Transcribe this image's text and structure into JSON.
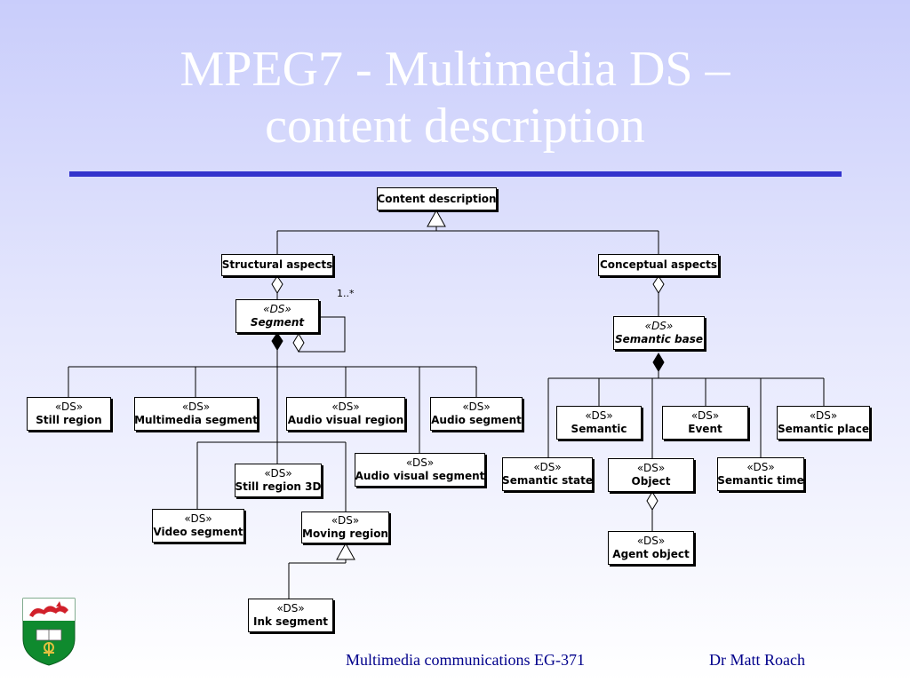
{
  "slide": {
    "title_line1": "MPEG7 - Multimedia DS –",
    "title_line2": "content description"
  },
  "diagram": {
    "nodes": {
      "content_description": {
        "name": "Content description"
      },
      "structural_aspects": {
        "name": "Structural aspects"
      },
      "conceptual_aspects": {
        "name": "Conceptual aspects"
      },
      "segment": {
        "stereotype": "«DS»",
        "name": "Segment"
      },
      "semantic_base": {
        "stereotype": "«DS»",
        "name": "Semantic base"
      },
      "still_region": {
        "stereotype": "«DS»",
        "name": "Still region"
      },
      "multimedia_segment": {
        "stereotype": "«DS»",
        "name": "Multimedia segment"
      },
      "audio_visual_region": {
        "stereotype": "«DS»",
        "name": "Audio visual region"
      },
      "audio_segment": {
        "stereotype": "«DS»",
        "name": "Audio segment"
      },
      "still_region_3d": {
        "stereotype": "«DS»",
        "name": "Still region 3D"
      },
      "audio_visual_segment": {
        "stereotype": "«DS»",
        "name": "Audio visual segment"
      },
      "video_segment": {
        "stereotype": "«DS»",
        "name": "Video segment"
      },
      "moving_region": {
        "stereotype": "«DS»",
        "name": "Moving region"
      },
      "ink_segment": {
        "stereotype": "«DS»",
        "name": "Ink segment"
      },
      "semantic": {
        "stereotype": "«DS»",
        "name": "Semantic"
      },
      "event": {
        "stereotype": "«DS»",
        "name": "Event"
      },
      "semantic_place": {
        "stereotype": "«DS»",
        "name": "Semantic place"
      },
      "semantic_state": {
        "stereotype": "«DS»",
        "name": "Semantic state"
      },
      "object": {
        "stereotype": "«DS»",
        "name": "Object"
      },
      "semantic_time": {
        "stereotype": "«DS»",
        "name": "Semantic time"
      },
      "agent_object": {
        "stereotype": "«DS»",
        "name": "Agent object"
      }
    },
    "multiplicity": "1..*"
  },
  "footer": {
    "course": "Multimedia communications EG-371",
    "author": "Dr Matt Roach"
  },
  "colors": {
    "title_rule": "#3333cc",
    "footer_text": "#00008b",
    "logo_shield": "#0f8a2e",
    "logo_dragon": "#d1202a"
  },
  "icons": {
    "logo": "university-crest-icon"
  }
}
